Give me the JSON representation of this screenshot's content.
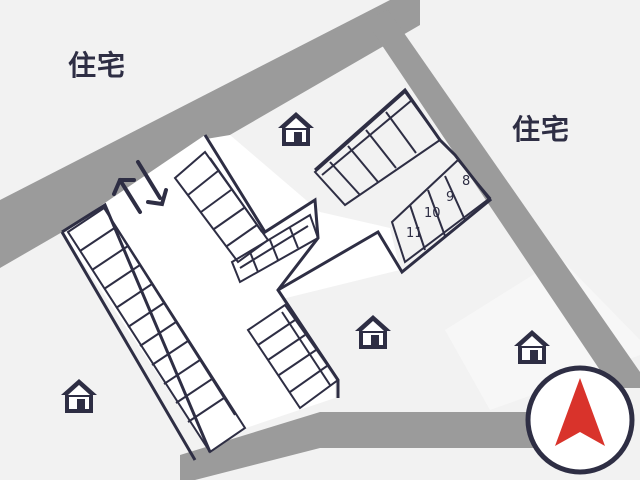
{
  "area_labels": [
    "住宅",
    "住宅"
  ],
  "parking_space_numbers": [
    "8",
    "9",
    "10",
    "11"
  ],
  "icons": {
    "house": "house-icon",
    "arrow": "two-way-arrow-icon",
    "compass": "north-compass-icon"
  },
  "colors": {
    "background": "#f2f2f2",
    "road": "#9b9b9b",
    "lot": "#ffffff",
    "outline": "#2e2e44",
    "compass_arrow": "#d9332b"
  }
}
